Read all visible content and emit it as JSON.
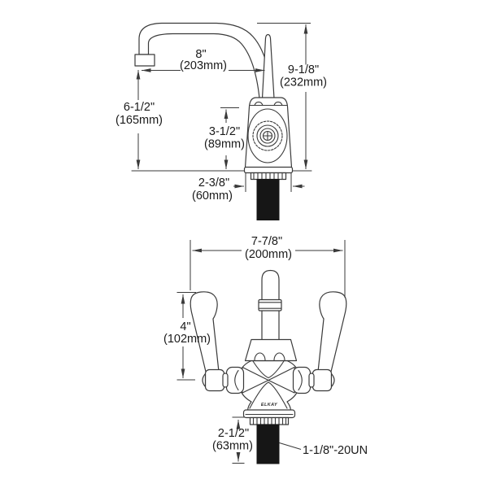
{
  "drawing": {
    "brand_logo": "ELKAY",
    "side_view": {
      "spout_reach_in": "8\"",
      "spout_reach_mm": "(203mm)",
      "overall_height_in": "9-1/8\"",
      "overall_height_mm": "(232mm)",
      "outlet_height_in": "6-1/2\"",
      "outlet_height_mm": "(165mm)",
      "body_height_in": "3-1/2\"",
      "body_height_mm": "(89mm)",
      "base_width_in": "2-3/8\"",
      "base_width_mm": "(60mm)"
    },
    "front_view": {
      "handle_span_in": "7-7/8\"",
      "handle_span_mm": "(200mm)",
      "handle_length_in": "4\"",
      "handle_length_mm": "(102mm)",
      "shank_length_in": "2-1/2\"",
      "shank_length_mm": "(63mm)",
      "shank_thread": "1-1/8\"-20UN"
    },
    "colors": {
      "line": "#3a3a3a",
      "text": "#1a1a1a",
      "shank_fill": "#161616",
      "background": "#ffffff"
    }
  }
}
